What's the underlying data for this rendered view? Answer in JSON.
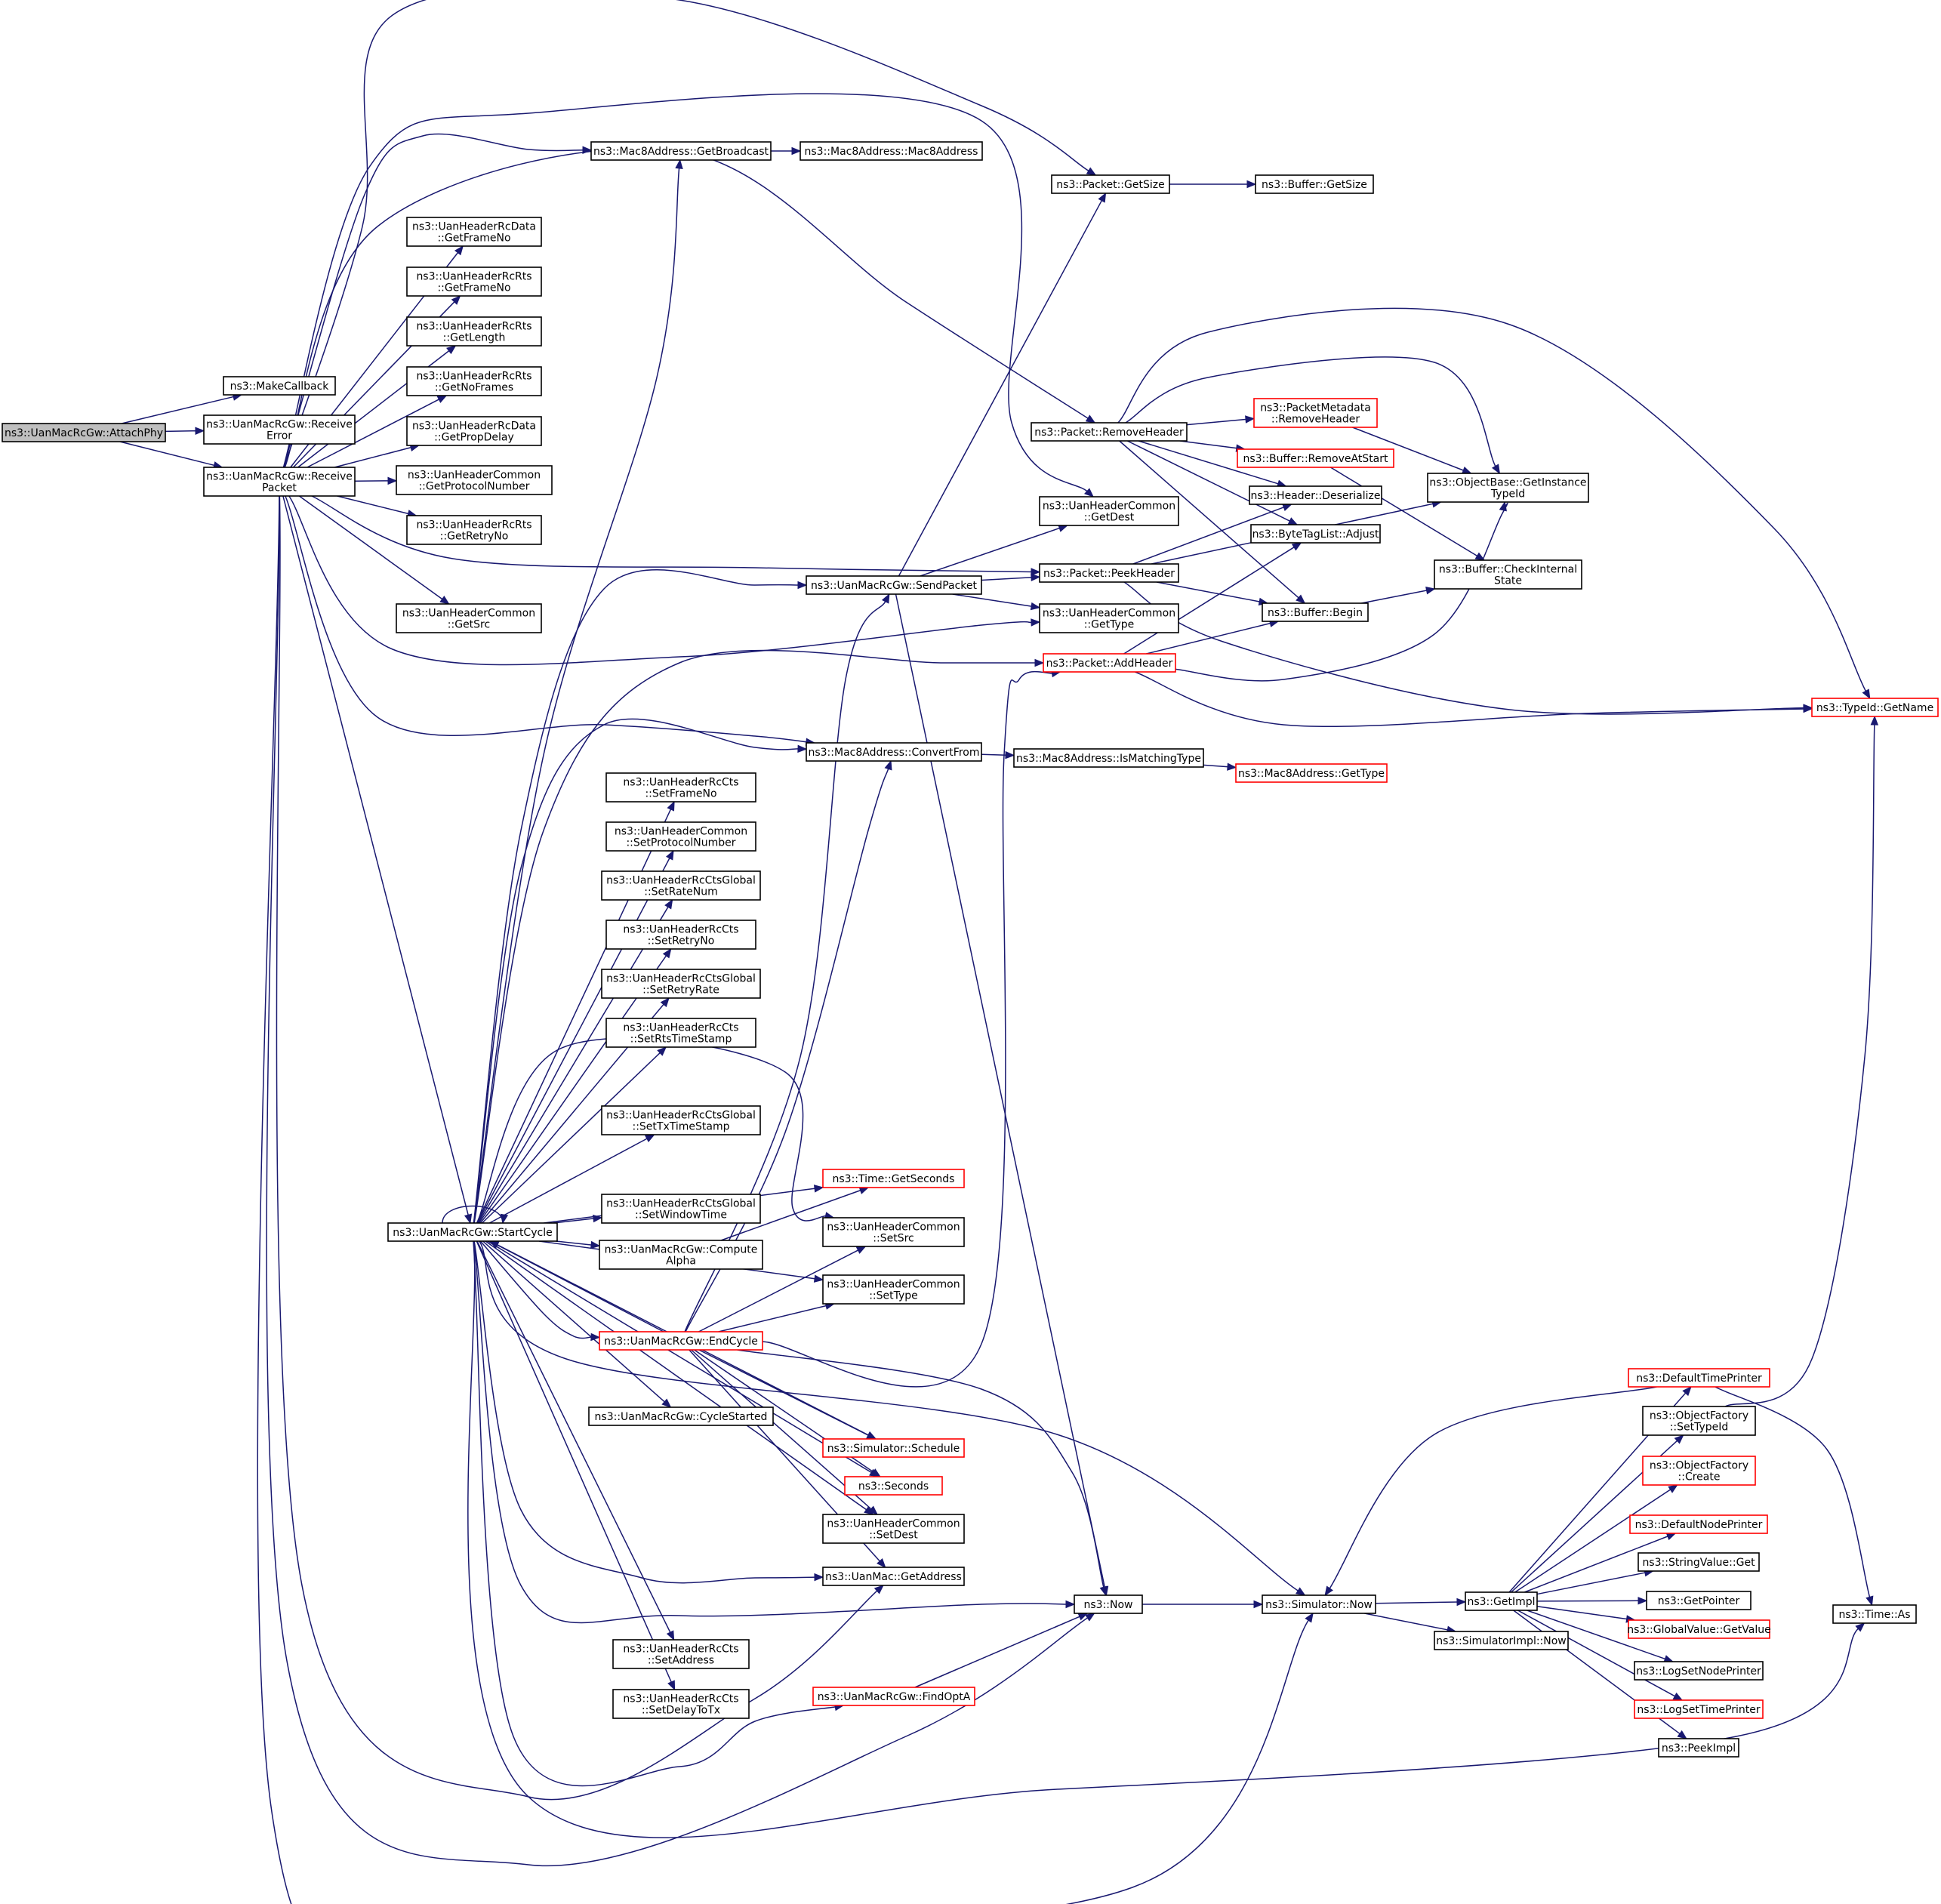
{
  "nodes": [
    {
      "id": "attachphy",
      "lines": [
        "ns3::UanMacRcGw::AttachPhy"
      ],
      "style": "root"
    },
    {
      "id": "makecallback",
      "lines": [
        "ns3::MakeCallback"
      ]
    },
    {
      "id": "receiveerror",
      "lines": [
        "ns3::UanMacRcGw::Receive",
        "Error"
      ]
    },
    {
      "id": "receivepacket",
      "lines": [
        "ns3::UanMacRcGw::Receive",
        "Packet"
      ]
    },
    {
      "id": "getbroadcast",
      "lines": [
        "ns3::Mac8Address::GetBroadcast"
      ]
    },
    {
      "id": "mac8address",
      "lines": [
        "ns3::Mac8Address::Mac8Address"
      ]
    },
    {
      "id": "getsize",
      "lines": [
        "ns3::Packet::GetSize"
      ]
    },
    {
      "id": "buffergetsize",
      "lines": [
        "ns3::Buffer::GetSize"
      ]
    },
    {
      "id": "rcdata_getframeno",
      "lines": [
        "ns3::UanHeaderRcData",
        "::GetFrameNo"
      ]
    },
    {
      "id": "rcrts_getframeno",
      "lines": [
        "ns3::UanHeaderRcRts",
        "::GetFrameNo"
      ]
    },
    {
      "id": "rcrts_getlength",
      "lines": [
        "ns3::UanHeaderRcRts",
        "::GetLength"
      ]
    },
    {
      "id": "rcrts_getnoframes",
      "lines": [
        "ns3::UanHeaderRcRts",
        "::GetNoFrames"
      ]
    },
    {
      "id": "rcdata_getpropdelay",
      "lines": [
        "ns3::UanHeaderRcData",
        "::GetPropDelay"
      ]
    },
    {
      "id": "common_getprotocolnumber",
      "lines": [
        "ns3::UanHeaderCommon",
        "::GetProtocolNumber"
      ]
    },
    {
      "id": "rcrts_getretryno",
      "lines": [
        "ns3::UanHeaderRcRts",
        "::GetRetryNo"
      ]
    },
    {
      "id": "common_getsrc",
      "lines": [
        "ns3::UanHeaderCommon",
        "::GetSrc"
      ]
    },
    {
      "id": "removeheader",
      "lines": [
        "ns3::Packet::RemoveHeader"
      ]
    },
    {
      "id": "pm_removeheader",
      "lines": [
        "ns3::PacketMetadata",
        "::RemoveHeader"
      ],
      "style": "incomplete"
    },
    {
      "id": "removeatstart",
      "lines": [
        "ns3::Buffer::RemoveAtStart"
      ],
      "style": "incomplete"
    },
    {
      "id": "getinstancetypeid",
      "lines": [
        "ns3::ObjectBase::GetInstance",
        "TypeId"
      ]
    },
    {
      "id": "deserialize",
      "lines": [
        "ns3::Header::Deserialize"
      ]
    },
    {
      "id": "bytetaglist_adjust",
      "lines": [
        "ns3::ByteTagList::Adjust"
      ]
    },
    {
      "id": "common_getdest",
      "lines": [
        "ns3::UanHeaderCommon",
        "::GetDest"
      ]
    },
    {
      "id": "checkinternalstate",
      "lines": [
        "ns3::Buffer::CheckInternal",
        "State"
      ]
    },
    {
      "id": "sendpacket",
      "lines": [
        "ns3::UanMacRcGw::SendPacket"
      ]
    },
    {
      "id": "peekheader",
      "lines": [
        "ns3::Packet::PeekHeader"
      ]
    },
    {
      "id": "buffer_begin",
      "lines": [
        "ns3::Buffer::Begin"
      ]
    },
    {
      "id": "common_gettype",
      "lines": [
        "ns3::UanHeaderCommon",
        "::GetType"
      ]
    },
    {
      "id": "addheader",
      "lines": [
        "ns3::Packet::AddHeader"
      ],
      "style": "incomplete"
    },
    {
      "id": "typeid_getname",
      "lines": [
        "ns3::TypeId::GetName"
      ],
      "style": "incomplete"
    },
    {
      "id": "convertfrom",
      "lines": [
        "ns3::Mac8Address::ConvertFrom"
      ]
    },
    {
      "id": "ismatchingtype",
      "lines": [
        "ns3::Mac8Address::IsMatchingType"
      ]
    },
    {
      "id": "mac8_gettype",
      "lines": [
        "ns3::Mac8Address::GetType"
      ],
      "style": "incomplete"
    },
    {
      "id": "cts_setframeno",
      "lines": [
        "ns3::UanHeaderRcCts",
        "::SetFrameNo"
      ]
    },
    {
      "id": "common_setprotocolnumber",
      "lines": [
        "ns3::UanHeaderCommon",
        "::SetProtocolNumber"
      ]
    },
    {
      "id": "ctsg_setratenum",
      "lines": [
        "ns3::UanHeaderRcCtsGlobal",
        "::SetRateNum"
      ]
    },
    {
      "id": "cts_setretryno",
      "lines": [
        "ns3::UanHeaderRcCts",
        "::SetRetryNo"
      ]
    },
    {
      "id": "ctsg_setretryrate",
      "lines": [
        "ns3::UanHeaderRcCtsGlobal",
        "::SetRetryRate"
      ]
    },
    {
      "id": "cts_setrtstimestamp",
      "lines": [
        "ns3::UanHeaderRcCts",
        "::SetRtsTimeStamp"
      ]
    },
    {
      "id": "ctsg_settxtimestamp",
      "lines": [
        "ns3::UanHeaderRcCtsGlobal",
        "::SetTxTimeStamp"
      ]
    },
    {
      "id": "time_getseconds",
      "lines": [
        "ns3::Time::GetSeconds"
      ],
      "style": "incomplete"
    },
    {
      "id": "startcycle",
      "lines": [
        "ns3::UanMacRcGw::StartCycle"
      ]
    },
    {
      "id": "ctsg_setwindowtime",
      "lines": [
        "ns3::UanHeaderRcCtsGlobal",
        "::SetWindowTime"
      ]
    },
    {
      "id": "common_setsrc",
      "lines": [
        "ns3::UanHeaderCommon",
        "::SetSrc"
      ]
    },
    {
      "id": "computealpha",
      "lines": [
        "ns3::UanMacRcGw::Compute",
        "Alpha"
      ]
    },
    {
      "id": "common_settype",
      "lines": [
        "ns3::UanHeaderCommon",
        "::SetType"
      ]
    },
    {
      "id": "endcycle",
      "lines": [
        "ns3::UanMacRcGw::EndCycle"
      ],
      "style": "incomplete"
    },
    {
      "id": "defaulttimeprinter",
      "lines": [
        "ns3::DefaultTimePrinter"
      ],
      "style": "incomplete"
    },
    {
      "id": "of_settypeid",
      "lines": [
        "ns3::ObjectFactory",
        "::SetTypeId"
      ]
    },
    {
      "id": "cyclestarted",
      "lines": [
        "ns3::UanMacRcGw::CycleStarted"
      ]
    },
    {
      "id": "schedule",
      "lines": [
        "ns3::Simulator::Schedule"
      ],
      "style": "incomplete"
    },
    {
      "id": "of_create",
      "lines": [
        "ns3::ObjectFactory",
        "::Create"
      ],
      "style": "incomplete"
    },
    {
      "id": "seconds",
      "lines": [
        "ns3::Seconds"
      ],
      "style": "incomplete"
    },
    {
      "id": "defaultnodeprinter",
      "lines": [
        "ns3::DefaultNodePrinter"
      ],
      "style": "incomplete"
    },
    {
      "id": "common_setdest",
      "lines": [
        "ns3::UanHeaderCommon",
        "::SetDest"
      ]
    },
    {
      "id": "stringvalue_get",
      "lines": [
        "ns3::StringValue::Get"
      ]
    },
    {
      "id": "uanmac_getaddress",
      "lines": [
        "ns3::UanMac::GetAddress"
      ]
    },
    {
      "id": "getimpl",
      "lines": [
        "ns3::GetImpl"
      ]
    },
    {
      "id": "getpointer",
      "lines": [
        "ns3::GetPointer"
      ]
    },
    {
      "id": "now",
      "lines": [
        "ns3::Now"
      ]
    },
    {
      "id": "simulator_now",
      "lines": [
        "ns3::Simulator::Now"
      ]
    },
    {
      "id": "time_as",
      "lines": [
        "ns3::Time::As"
      ]
    },
    {
      "id": "globalvalue_getvalue",
      "lines": [
        "ns3::GlobalValue::GetValue"
      ],
      "style": "incomplete"
    },
    {
      "id": "simulatorimpl_now",
      "lines": [
        "ns3::SimulatorImpl::Now"
      ]
    },
    {
      "id": "cts_setaddress",
      "lines": [
        "ns3::UanHeaderRcCts",
        "::SetAddress"
      ]
    },
    {
      "id": "lognodeprinter",
      "lines": [
        "ns3::LogSetNodePrinter"
      ]
    },
    {
      "id": "findopta",
      "lines": [
        "ns3::UanMacRcGw::FindOptA"
      ],
      "style": "incomplete"
    },
    {
      "id": "logtimeprinter",
      "lines": [
        "ns3::LogSetTimePrinter"
      ],
      "style": "incomplete"
    },
    {
      "id": "cts_setdelaytotx",
      "lines": [
        "ns3::UanHeaderRcCts",
        "::SetDelayToTx"
      ]
    },
    {
      "id": "peekimpl",
      "lines": [
        "ns3::PeekImpl"
      ]
    }
  ],
  "edges": [
    [
      "attachphy",
      "makecallback"
    ],
    [
      "attachphy",
      "receiveerror"
    ],
    [
      "attachphy",
      "receivepacket"
    ],
    [
      "receivepacket",
      "getbroadcast"
    ],
    [
      "receivepacket",
      "getsize"
    ],
    [
      "receivepacket",
      "rcdata_getframeno"
    ],
    [
      "receivepacket",
      "rcrts_getframeno"
    ],
    [
      "receivepacket",
      "rcrts_getlength"
    ],
    [
      "receivepacket",
      "rcrts_getnoframes"
    ],
    [
      "receivepacket",
      "rcdata_getpropdelay"
    ],
    [
      "receivepacket",
      "common_getprotocolnumber"
    ],
    [
      "receivepacket",
      "rcrts_getretryno"
    ],
    [
      "receivepacket",
      "common_getsrc"
    ],
    [
      "receivepacket",
      "removeheader"
    ],
    [
      "receivepacket",
      "common_getdest"
    ],
    [
      "receivepacket",
      "peekheader"
    ],
    [
      "receivepacket",
      "common_gettype"
    ],
    [
      "receivepacket",
      "convertfrom"
    ],
    [
      "receivepacket",
      "startcycle"
    ],
    [
      "receivepacket",
      "now"
    ],
    [
      "receivepacket",
      "simulator_now"
    ],
    [
      "receivepacket",
      "uanmac_getaddress"
    ],
    [
      "getbroadcast",
      "mac8address"
    ],
    [
      "getsize",
      "buffergetsize"
    ],
    [
      "removeheader",
      "pm_removeheader"
    ],
    [
      "removeheader",
      "removeatstart"
    ],
    [
      "removeheader",
      "getinstancetypeid"
    ],
    [
      "removeheader",
      "deserialize"
    ],
    [
      "removeheader",
      "bytetaglist_adjust"
    ],
    [
      "removeheader",
      "buffer_begin"
    ],
    [
      "removeheader",
      "typeid_getname"
    ],
    [
      "pm_removeheader",
      "getinstancetypeid"
    ],
    [
      "removeatstart",
      "checkinternalstate"
    ],
    [
      "peekheader",
      "deserialize"
    ],
    [
      "peekheader",
      "buffer_begin"
    ],
    [
      "peekheader",
      "getinstancetypeid"
    ],
    [
      "peekheader",
      "typeid_getname"
    ],
    [
      "buffer_begin",
      "checkinternalstate"
    ],
    [
      "sendpacket",
      "getsize"
    ],
    [
      "sendpacket",
      "common_getdest"
    ],
    [
      "sendpacket",
      "peekheader"
    ],
    [
      "sendpacket",
      "common_gettype"
    ],
    [
      "sendpacket",
      "now"
    ],
    [
      "addheader",
      "bytetaglist_adjust"
    ],
    [
      "addheader",
      "buffer_begin"
    ],
    [
      "addheader",
      "getinstancetypeid"
    ],
    [
      "addheader",
      "typeid_getname"
    ],
    [
      "convertfrom",
      "ismatchingtype"
    ],
    [
      "ismatchingtype",
      "mac8_gettype"
    ],
    [
      "startcycle",
      "getbroadcast"
    ],
    [
      "startcycle",
      "sendpacket"
    ],
    [
      "startcycle",
      "addheader"
    ],
    [
      "startcycle",
      "convertfrom"
    ],
    [
      "startcycle",
      "cts_setframeno"
    ],
    [
      "startcycle",
      "common_setprotocolnumber"
    ],
    [
      "startcycle",
      "ctsg_setratenum"
    ],
    [
      "startcycle",
      "cts_setretryno"
    ],
    [
      "startcycle",
      "ctsg_setretryrate"
    ],
    [
      "startcycle",
      "cts_setrtstimestamp"
    ],
    [
      "startcycle",
      "ctsg_settxtimestamp"
    ],
    [
      "startcycle",
      "time_getseconds"
    ],
    [
      "startcycle",
      "ctsg_setwindowtime"
    ],
    [
      "startcycle",
      "common_setsrc"
    ],
    [
      "startcycle",
      "computealpha"
    ],
    [
      "startcycle",
      "common_settype"
    ],
    [
      "startcycle",
      "endcycle"
    ],
    [
      "startcycle",
      "cyclestarted"
    ],
    [
      "startcycle",
      "schedule"
    ],
    [
      "startcycle",
      "seconds"
    ],
    [
      "startcycle",
      "common_setdest"
    ],
    [
      "startcycle",
      "uanmac_getaddress"
    ],
    [
      "startcycle",
      "now"
    ],
    [
      "startcycle",
      "simulator_now"
    ],
    [
      "startcycle",
      "cts_setaddress"
    ],
    [
      "startcycle",
      "cts_setdelaytotx"
    ],
    [
      "startcycle",
      "findopta"
    ],
    [
      "startcycle",
      "time_as"
    ],
    [
      "startcycle",
      "startcycle"
    ],
    [
      "computealpha",
      "time_getseconds"
    ],
    [
      "endcycle",
      "sendpacket"
    ],
    [
      "endcycle",
      "addheader"
    ],
    [
      "endcycle",
      "convertfrom"
    ],
    [
      "endcycle",
      "common_setsrc"
    ],
    [
      "endcycle",
      "common_settype"
    ],
    [
      "endcycle",
      "schedule"
    ],
    [
      "endcycle",
      "seconds"
    ],
    [
      "endcycle",
      "common_setdest"
    ],
    [
      "endcycle",
      "uanmac_getaddress"
    ],
    [
      "endcycle",
      "now"
    ],
    [
      "endcycle",
      "startcycle"
    ],
    [
      "findopta",
      "now"
    ],
    [
      "now",
      "simulator_now"
    ],
    [
      "simulator_now",
      "getimpl"
    ],
    [
      "simulator_now",
      "simulatorimpl_now"
    ],
    [
      "getimpl",
      "defaulttimeprinter"
    ],
    [
      "getimpl",
      "of_settypeid"
    ],
    [
      "getimpl",
      "of_create"
    ],
    [
      "getimpl",
      "defaultnodeprinter"
    ],
    [
      "getimpl",
      "stringvalue_get"
    ],
    [
      "getimpl",
      "getpointer"
    ],
    [
      "getimpl",
      "globalvalue_getvalue"
    ],
    [
      "getimpl",
      "lognodeprinter"
    ],
    [
      "getimpl",
      "logtimeprinter"
    ],
    [
      "getimpl",
      "peekimpl"
    ],
    [
      "defaulttimeprinter",
      "simulator_now"
    ],
    [
      "defaulttimeprinter",
      "time_as"
    ],
    [
      "of_settypeid",
      "typeid_getname"
    ]
  ]
}
